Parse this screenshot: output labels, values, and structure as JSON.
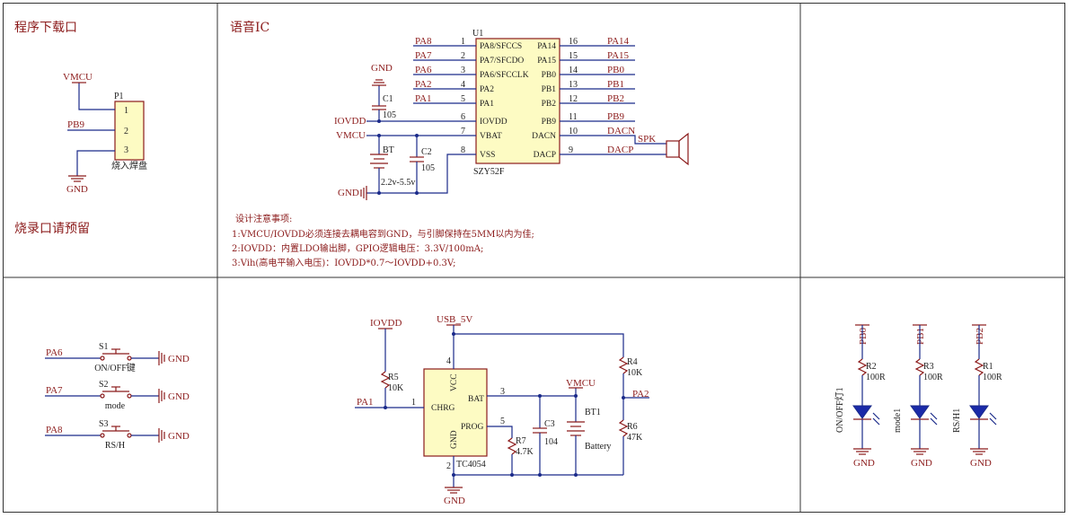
{
  "sections": {
    "prog_port_title": "程序下载口",
    "voice_ic_title": "语音IC",
    "burn_note": "烧录口请预留"
  },
  "prog_port": {
    "ref": "P1",
    "value": "烧入焊盘",
    "pins": [
      "1",
      "2",
      "3"
    ],
    "nets": {
      "pin1": "VMCU",
      "pin2": "PB9",
      "pin3": "GND"
    }
  },
  "voice_ic": {
    "ref": "U1",
    "part": "SZY52F",
    "left_pins": [
      {
        "num": "1",
        "name": "PA8/SFCCS",
        "net": "PA8"
      },
      {
        "num": "2",
        "name": "PA7/SFCDO",
        "net": "PA7"
      },
      {
        "num": "3",
        "name": "PA6/SFCCLK",
        "net": "PA6"
      },
      {
        "num": "4",
        "name": "PA2",
        "net": "PA2"
      },
      {
        "num": "5",
        "name": "PA1",
        "net": "PA1"
      },
      {
        "num": "6",
        "name": "IOVDD",
        "net": "IOVDD"
      },
      {
        "num": "7",
        "name": "VBAT",
        "net": "VMCU"
      },
      {
        "num": "8",
        "name": "VSS",
        "net": ""
      }
    ],
    "right_pins": [
      {
        "num": "16",
        "name": "PA14",
        "net": "PA14"
      },
      {
        "num": "15",
        "name": "PA15",
        "net": "PA15"
      },
      {
        "num": "14",
        "name": "PB0",
        "net": "PB0"
      },
      {
        "num": "13",
        "name": "PB1",
        "net": "PB1"
      },
      {
        "num": "12",
        "name": "PB2",
        "net": "PB2"
      },
      {
        "num": "11",
        "name": "PB9",
        "net": "PB9"
      },
      {
        "num": "10",
        "name": "DACN",
        "net": "DACN"
      },
      {
        "num": "9",
        "name": "DACP",
        "net": "DACP"
      }
    ],
    "speaker": "SPK",
    "c1": {
      "ref": "C1",
      "value": "105"
    },
    "c2": {
      "ref": "C2",
      "value": "105"
    },
    "bt": {
      "ref": "BT",
      "value": "2.2v-5.5v"
    },
    "gnd_top": "GND",
    "gnd_left": "GND"
  },
  "notes": {
    "title": "设计注意事项:",
    "lines": [
      "1:VMCU/IOVDD必须连接去耦电容到GND，与引脚保持在5MM以内为佳;",
      "2:IOVDD：内置LDO输出脚，GPIO逻辑电压：3.3V/100mA;",
      "3:Vih(高电平输入电压)：IOVDD*0.7～IOVDD+0.3V;"
    ]
  },
  "buttons": [
    {
      "net": "PA6",
      "ref": "S1",
      "label": "ON/OFF键",
      "gnd": "GND"
    },
    {
      "net": "PA7",
      "ref": "S2",
      "label": "mode",
      "gnd": "GND"
    },
    {
      "net": "PA8",
      "ref": "S3",
      "label": "RS/H",
      "gnd": "GND"
    }
  ],
  "charger": {
    "ref": "TC4054",
    "pins": {
      "vcc": "VCC",
      "bat": "BAT",
      "chrg": "CHRG",
      "prog": "PROG",
      "gnd": "GND"
    },
    "pin_nums": {
      "vcc": "4",
      "bat": "3",
      "chrg": "1",
      "prog": "5",
      "gnd": "2"
    },
    "usb": "USB_5V",
    "iovdd": "IOVDD",
    "vmcu": "VMCU",
    "pa1": "PA1",
    "pa2": "PA2",
    "gnd": "GND",
    "r5": {
      "ref": "R5",
      "value": "10K"
    },
    "r7": {
      "ref": "R7",
      "value": "4.7K"
    },
    "c3": {
      "ref": "C3",
      "value": "104"
    },
    "bt1": {
      "ref": "BT1",
      "value": "Battery"
    },
    "r4": {
      "ref": "R4",
      "value": "10K"
    },
    "r6": {
      "ref": "R6",
      "value": "47K"
    }
  },
  "leds": [
    {
      "net": "PB0",
      "rref": "R2",
      "rval": "100R",
      "label": "ON/OFF灯1",
      "gnd": "GND"
    },
    {
      "net": "PB1",
      "rref": "R3",
      "rval": "100R",
      "label": "mode1",
      "gnd": "GND"
    },
    {
      "net": "PB2",
      "rref": "R1",
      "rval": "100R",
      "label": "RS/H1",
      "gnd": "GND"
    }
  ]
}
